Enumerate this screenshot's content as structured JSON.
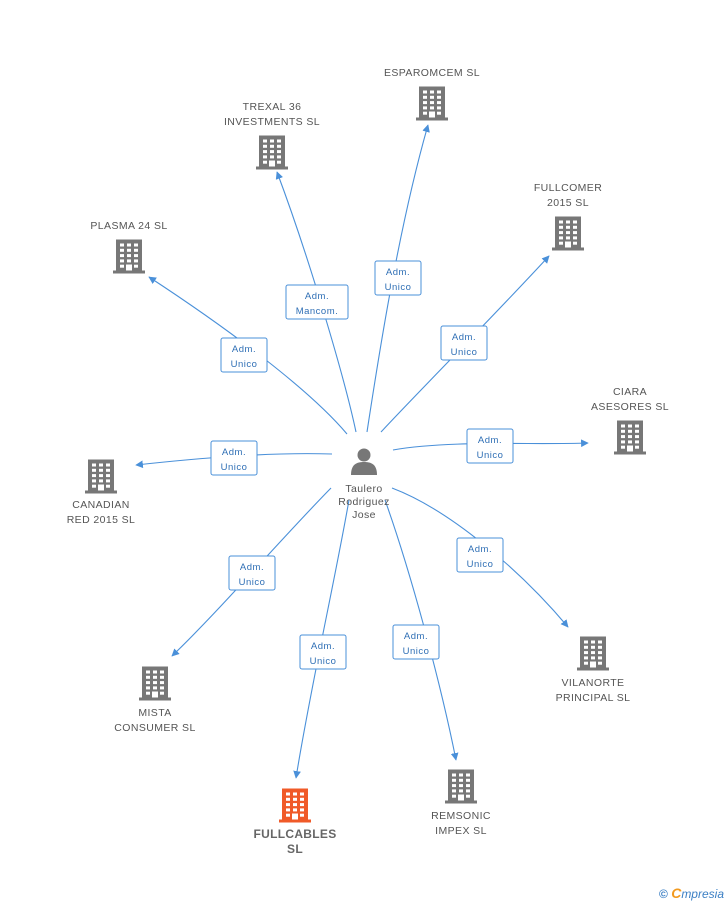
{
  "center": {
    "label": [
      "Taulero",
      "Rodriguez",
      "Jose"
    ]
  },
  "companies": [
    {
      "id": "esparomcem",
      "label": [
        "ESPAROMCEM SL"
      ],
      "role": [
        "Adm.",
        "Unico"
      ]
    },
    {
      "id": "trexal",
      "label": [
        "TREXAL 36",
        "INVESTMENTS SL"
      ],
      "role": [
        "Adm.",
        "Mancom."
      ]
    },
    {
      "id": "fullcomer",
      "label": [
        "FULLCOMER",
        "2015  SL"
      ],
      "role": [
        "Adm.",
        "Unico"
      ]
    },
    {
      "id": "plasma",
      "label": [
        "PLASMA 24 SL"
      ],
      "role": [
        "Adm.",
        "Unico"
      ]
    },
    {
      "id": "ciara",
      "label": [
        "CIARA",
        "ASESORES  SL"
      ],
      "role": [
        "Adm.",
        "Unico"
      ]
    },
    {
      "id": "canadian",
      "label": [
        "CANADIAN",
        "RED 2015  SL"
      ],
      "role": [
        "Adm.",
        "Unico"
      ]
    },
    {
      "id": "vilanorte",
      "label": [
        "VILANORTE",
        "PRINCIPAL  SL"
      ],
      "role": [
        "Adm.",
        "Unico"
      ]
    },
    {
      "id": "mista",
      "label": [
        "MISTA",
        "CONSUMER  SL"
      ],
      "role": [
        "Adm.",
        "Unico"
      ]
    },
    {
      "id": "fullcables",
      "label": [
        "FULLCABLES",
        "SL"
      ],
      "role": [
        "Adm.",
        "Unico"
      ],
      "highlight": true
    },
    {
      "id": "remsonic",
      "label": [
        "REMSONIC",
        "IMPEX  SL"
      ],
      "role": [
        "Adm.",
        "Unico"
      ]
    }
  ],
  "colors": {
    "edge": "#4a90d9",
    "building": "#777777",
    "highlight": "#f05a28",
    "role_text": "#2f6fb5"
  },
  "footer": {
    "copyright": "©",
    "brand_initial": "C",
    "brand_rest": "mpresia"
  }
}
